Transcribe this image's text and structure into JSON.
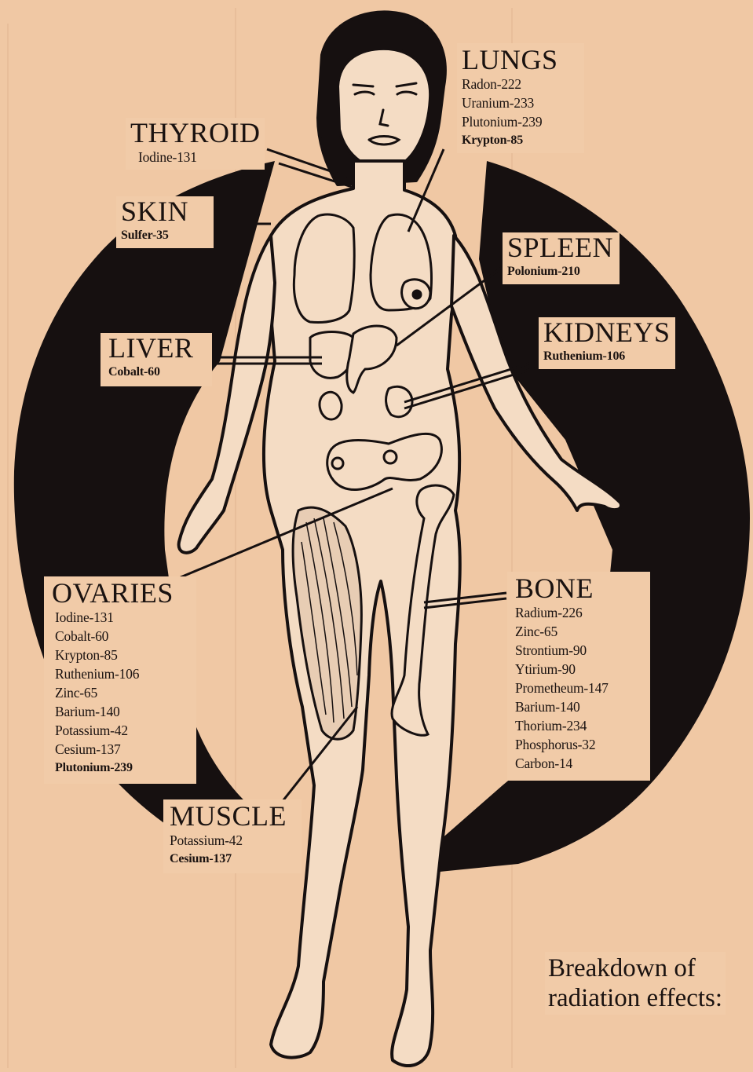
{
  "caption": {
    "line1": "Breakdown of",
    "line2": "radiation effects:"
  },
  "organs": {
    "lungs": {
      "name": "LUNGS",
      "isotopes": [
        "Radon-222",
        "Uranium-233",
        "Plutonium-239",
        "Krypton-85"
      ]
    },
    "thyroid": {
      "name": "THYROID",
      "isotopes": [
        "Iodine-131"
      ]
    },
    "skin": {
      "name": "SKIN",
      "isotopes": [
        "Sulfer-35"
      ]
    },
    "spleen": {
      "name": "SPLEEN",
      "isotopes": [
        "Polonium-210"
      ]
    },
    "liver": {
      "name": "LIVER",
      "isotopes": [
        "Cobalt-60"
      ]
    },
    "kidneys": {
      "name": "KIDNEYS",
      "isotopes": [
        "Ruthenium-106"
      ]
    },
    "ovaries": {
      "name": "OVARIES",
      "isotopes": [
        "Iodine-131",
        "Cobalt-60",
        "Krypton-85",
        "Ruthenium-106",
        "Zinc-65",
        "Barium-140",
        "Potassium-42",
        "Cesium-137",
        "Plutonium-239"
      ]
    },
    "bone": {
      "name": "BONE",
      "isotopes": [
        "Radium-226",
        "Zinc-65",
        "Strontium-90",
        "Ytirium-90",
        "Prometheum-147",
        "Barium-140",
        "Thorium-234",
        "Phosphorus-32",
        "Carbon-14"
      ]
    },
    "muscle": {
      "name": "MUSCLE",
      "isotopes": [
        "Potassium-42",
        "Cesium-137"
      ]
    }
  },
  "colors": {
    "paper": "#f0c8a4",
    "ink": "#1a1210",
    "label_bg": "#f1cba8",
    "organ_fill": "#f4dcc4"
  }
}
